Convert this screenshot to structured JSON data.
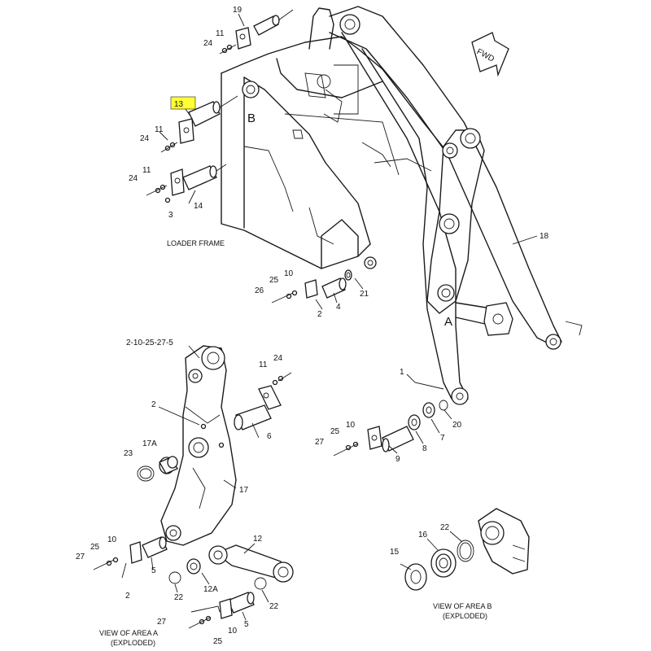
{
  "highlight_color": "#ffff33",
  "highlighted_callout": "13",
  "view_letters": {
    "a": "A",
    "b": "B"
  },
  "direction_arrow": {
    "text": "FWD",
    "icon": "forward-arrow-icon"
  },
  "labels": {
    "loader_frame": "LOADER FRAME",
    "view_a_line1": "VIEW OF AREA  A",
    "view_a_line2": "(EXPLODED)",
    "view_b_line1": "VIEW OF AREA  B",
    "view_b_line2": "(EXPLODED)",
    "group_2_10_25_27_5": "2-10-25-27-5"
  },
  "callouts": {
    "c19": "19",
    "c24a": "24",
    "c11a": "11",
    "c13": "13",
    "c24b": "24",
    "c11b": "11",
    "c24c": "24",
    "c11c": "11",
    "c3": "3",
    "c14": "14",
    "c18": "18",
    "c26": "26",
    "c25a": "25",
    "c10a": "10",
    "c2a": "2",
    "c4": "4",
    "c21": "21",
    "c11d": "11",
    "c24d": "24",
    "c2b": "2",
    "c6": "6",
    "c23": "23",
    "c17a": "17A",
    "c17": "17",
    "c1": "1",
    "c27a": "27",
    "c25b": "25",
    "c10b": "10",
    "c9": "9",
    "c8": "8",
    "c7": "7",
    "c20": "20",
    "c12": "12",
    "c25c": "25",
    "c10c": "10",
    "c27b": "27",
    "c5a": "5",
    "c2c": "2",
    "c22a": "22",
    "c12a": "12A",
    "c22b": "22",
    "c5b": "5",
    "c27c": "27",
    "c10d": "10",
    "c25d": "25",
    "c15": "15",
    "c16": "16",
    "c22c": "22"
  }
}
